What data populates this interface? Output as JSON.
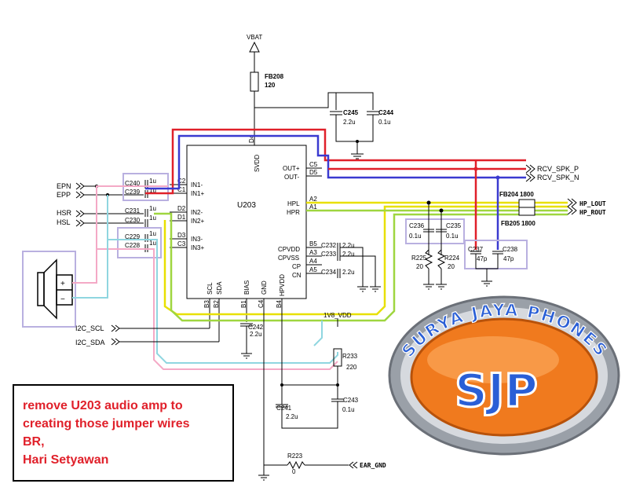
{
  "chip": {
    "name": "U203",
    "pins_left": [
      "IN1-",
      "IN1+",
      "IN2-",
      "IN2+",
      "IN3-",
      "IN3+"
    ],
    "pins_left_nums": [
      "C2",
      "C1",
      "D2",
      "D1",
      "D3",
      "C3"
    ],
    "pins_right": [
      "OUT+",
      "OUT-",
      "HPL",
      "HPR",
      "CPVDD",
      "CPVSS",
      "CP",
      "CN"
    ],
    "pins_right_nums": [
      "C5",
      "D5",
      "A2",
      "A1",
      "B5",
      "A3",
      "A4",
      "A5"
    ],
    "top_pin": "SVDD",
    "top_pin_num": "D4",
    "bottom_pins": [
      "SCL",
      "SDA",
      "BIAS",
      "GND",
      "HPVDD"
    ],
    "bottom_pin_nums": [
      "B3",
      "B2",
      "B1",
      "C4",
      "B4"
    ]
  },
  "nets": {
    "vbat": "VBAT",
    "epn": "EPN",
    "epp": "EPP",
    "hsr": "HSR",
    "hsl": "HSL",
    "i2c_scl": "I2C_SCL",
    "i2c_sda": "I2C_SDA",
    "rcv_spk_p": "RCV_SPK_P",
    "rcv_spk_n": "RCV_SPK_N",
    "hp_lout": "HP_LOUT",
    "hp_rout": "HP_ROUT",
    "v18_vdd": "1V8_VDD",
    "ear_gnd": "EAR_GND"
  },
  "components": {
    "fb208": "FB208",
    "fb208_val": "120",
    "c245": "C245",
    "c245_val": "2.2u",
    "c244": "C244",
    "c244_val": "0.1u",
    "c240": "C240",
    "c240_val": "1u",
    "c239": "C239",
    "c239_val": "1u",
    "c231": "C231",
    "c231_val": "1u",
    "c230": "C230",
    "c230_val": "1u",
    "c229": "C229",
    "c229_val": "1u",
    "c228": "C228",
    "c228_val": "1u",
    "c232": "C232",
    "c232_val": "2.2u",
    "c233": "C233",
    "c233_val": "2.2u",
    "c234": "C234",
    "c234_val": "2.2u",
    "c242": "C242",
    "c242_val": "2.2u",
    "fb204": "FB204",
    "fb204_val": "1800",
    "fb205": "FB205",
    "fb205_val": "1800",
    "c236": "C236",
    "c236_val": "0.1u",
    "c235": "C235",
    "c235_val": "0.1u",
    "r225": "R225",
    "r225_val": "20",
    "r224": "R224",
    "r224_val": "20",
    "c237": "C237",
    "c237_val": "47p",
    "c238": "C238",
    "c238_val": "47p",
    "r233": "R233",
    "r233_val": "220",
    "c241": "C241",
    "c241_val": "2.2u",
    "c243": "C243",
    "c243_val": "0.1u",
    "r223": "R223",
    "r223_val": "0"
  },
  "speaker": {
    "plus": "+",
    "minus": "−"
  },
  "logo": {
    "arc_text": "SURYA JAYA PHONES",
    "initials": "SJP"
  },
  "note": {
    "lines": [
      "remove U203 audio amp to",
      "creating those jumper wires",
      "BR,",
      "Hari Setyawan"
    ]
  },
  "colors": {
    "red_wire": "#e0202a",
    "blue_wire": "#3a3ad0",
    "yellow_wire": "#e8e000",
    "green_wire": "#9fd640",
    "cyan_wire": "#8fd6e0",
    "pink_wire": "#f4a9c6",
    "highlight_box": "#b9b0e0",
    "logo_orange": "#f07a1e",
    "logo_blue": "#2a5fd6"
  }
}
